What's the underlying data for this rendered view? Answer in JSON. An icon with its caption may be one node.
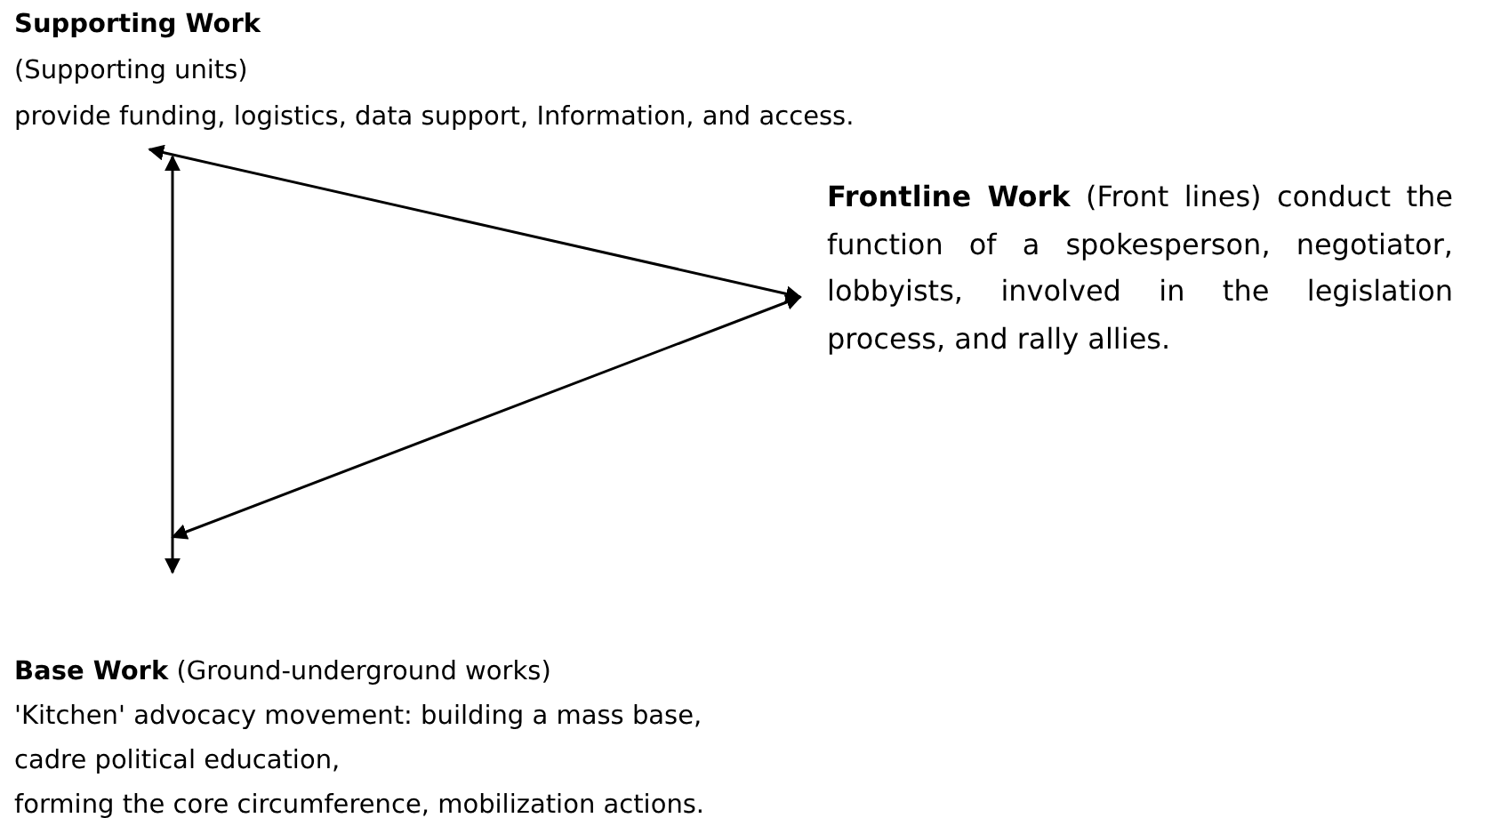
{
  "diagram": {
    "nodes": [
      {
        "text": [
          "Supporting Work",
          "(Supporting units)",
          "provide funding, logistics, data support, Information, and access."
        ]
      },
      {
        "text": [
          "**Frontline Work** (Front lines) conduct the function of a spokesperson, negotiator, lobbyists, involved in the legislation process, and rally allies."
        ]
      },
      {
        "text": [
          "**Base Work** (Ground-underground works)",
          "'Kitchen' advocacy movement: building a mass base,",
          "cadre political education,",
          "forming the core circumference, mobilization actions."
        ]
      }
    ],
    "edges": [
      {
        "from": 0,
        "to": 2,
        "arrow": "both"
      },
      {
        "from": 0,
        "to": 1,
        "arrow": "both"
      },
      {
        "from": 2,
        "to": 1,
        "arrow": "both"
      }
    ]
  }
}
